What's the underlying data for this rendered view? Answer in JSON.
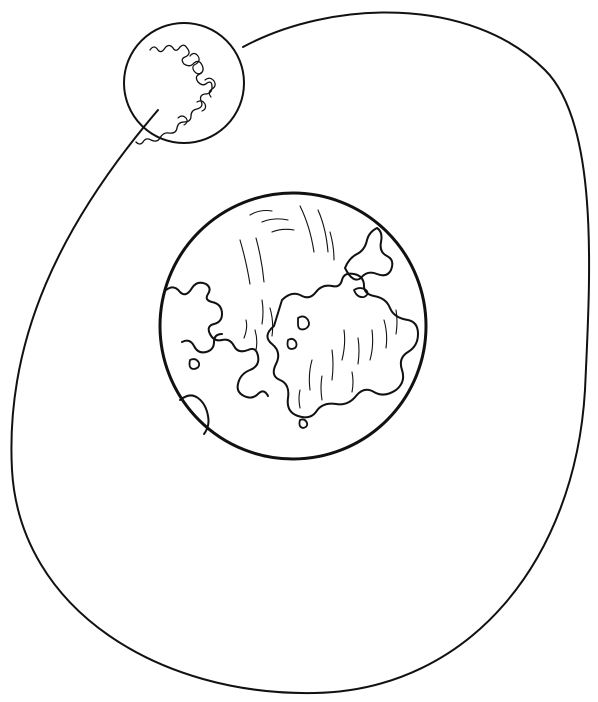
{
  "diagram": {
    "title": "",
    "bodies": [
      {
        "name": "earth",
        "kind": "planet"
      },
      {
        "name": "moon",
        "kind": "satellite"
      }
    ],
    "path": {
      "name": "lunar-orbit",
      "shape": "ellipse"
    }
  },
  "colors": {
    "background": "#ffffff",
    "ink": "#111111"
  }
}
